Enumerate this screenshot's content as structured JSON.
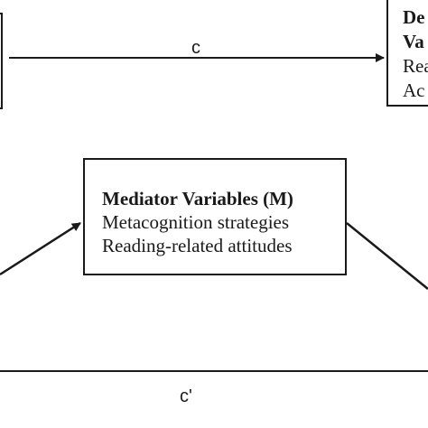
{
  "diagram": {
    "paths": {
      "direct": "c",
      "indirect": "c'"
    },
    "mediator_box": {
      "heading": "Mediator Variables (M)",
      "lines": [
        "Metacognition strategies",
        "Reading-related attitudes"
      ]
    },
    "dependent_box": {
      "lines": [
        "De",
        "Va",
        "Rea",
        "Ac"
      ]
    }
  }
}
